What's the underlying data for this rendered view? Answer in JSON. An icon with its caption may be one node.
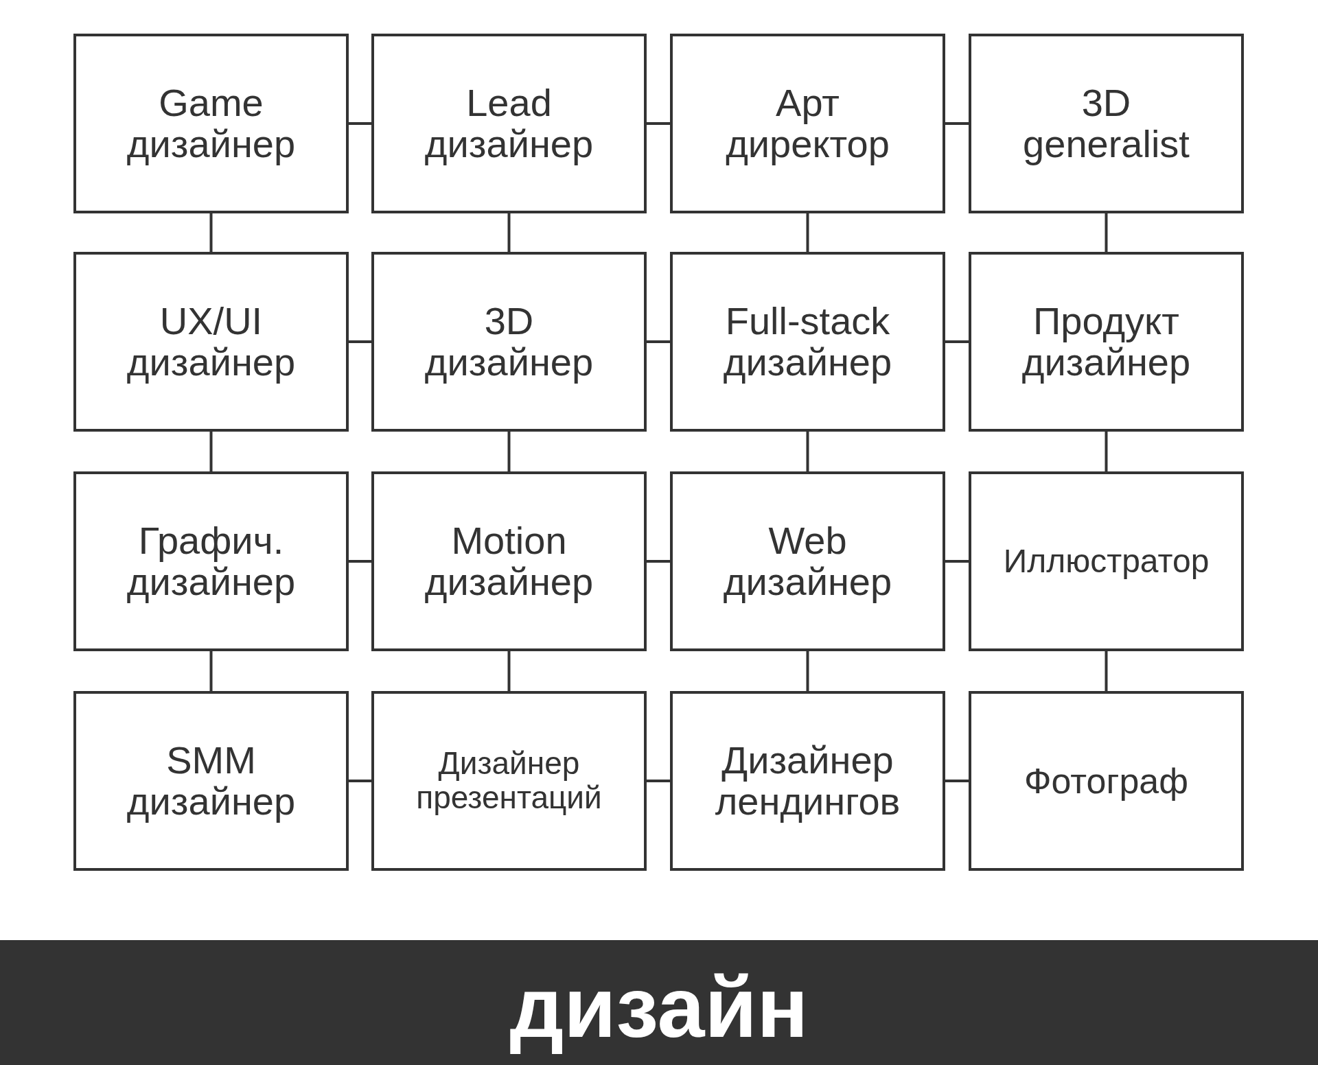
{
  "diagram": {
    "title": "дизайн",
    "nodes": [
      {
        "text": [
          "Game дизайнер"
        ]
      },
      {
        "text": [
          "Lead дизайнер"
        ]
      },
      {
        "text": [
          "Арт директор"
        ]
      },
      {
        "text": [
          "3D generalist"
        ]
      },
      {
        "text": [
          "UX/UI дизайнер"
        ]
      },
      {
        "text": [
          "3D дизайнер"
        ]
      },
      {
        "text": [
          "Full-stack дизайнер"
        ]
      },
      {
        "text": [
          "Продукт дизайнер"
        ]
      },
      {
        "text": [
          "Графич. дизайнер"
        ]
      },
      {
        "text": [
          "Motion дизайнер"
        ]
      },
      {
        "text": [
          "Web дизайнер"
        ]
      },
      {
        "text": [
          "Иллюстратор"
        ]
      },
      {
        "text": [
          "SMM дизайнер"
        ]
      },
      {
        "text": [
          "Дизайнер презентаций"
        ]
      },
      {
        "text": [
          "Дизайнер лендингов"
        ]
      },
      {
        "text": [
          "Фотограф"
        ]
      }
    ],
    "edges": [
      {
        "from": 0,
        "to": 1,
        "arrow": "none"
      },
      {
        "from": 1,
        "to": 2,
        "arrow": "none"
      },
      {
        "from": 2,
        "to": 3,
        "arrow": "none"
      },
      {
        "from": 0,
        "to": 4,
        "arrow": "none"
      },
      {
        "from": 1,
        "to": 5,
        "arrow": "none"
      },
      {
        "from": 2,
        "to": 6,
        "arrow": "none"
      },
      {
        "from": 3,
        "to": 7,
        "arrow": "none"
      },
      {
        "from": 4,
        "to": 5,
        "arrow": "none"
      },
      {
        "from": 5,
        "to": 6,
        "arrow": "none"
      },
      {
        "from": 6,
        "to": 7,
        "arrow": "none"
      },
      {
        "from": 4,
        "to": 8,
        "arrow": "none"
      },
      {
        "from": 5,
        "to": 9,
        "arrow": "none"
      },
      {
        "from": 6,
        "to": 10,
        "arrow": "none"
      },
      {
        "from": 7,
        "to": 11,
        "arrow": "none"
      },
      {
        "from": 8,
        "to": 9,
        "arrow": "none"
      },
      {
        "from": 9,
        "to": 10,
        "arrow": "none"
      },
      {
        "from": 10,
        "to": 11,
        "arrow": "none"
      },
      {
        "from": 8,
        "to": 12,
        "arrow": "none"
      },
      {
        "from": 9,
        "to": 13,
        "arrow": "none"
      },
      {
        "from": 10,
        "to": 14,
        "arrow": "none"
      },
      {
        "from": 11,
        "to": 15,
        "arrow": "none"
      },
      {
        "from": 12,
        "to": 13,
        "arrow": "none"
      },
      {
        "from": 13,
        "to": 14,
        "arrow": "none"
      },
      {
        "from": 14,
        "to": 15,
        "arrow": "none"
      }
    ]
  }
}
